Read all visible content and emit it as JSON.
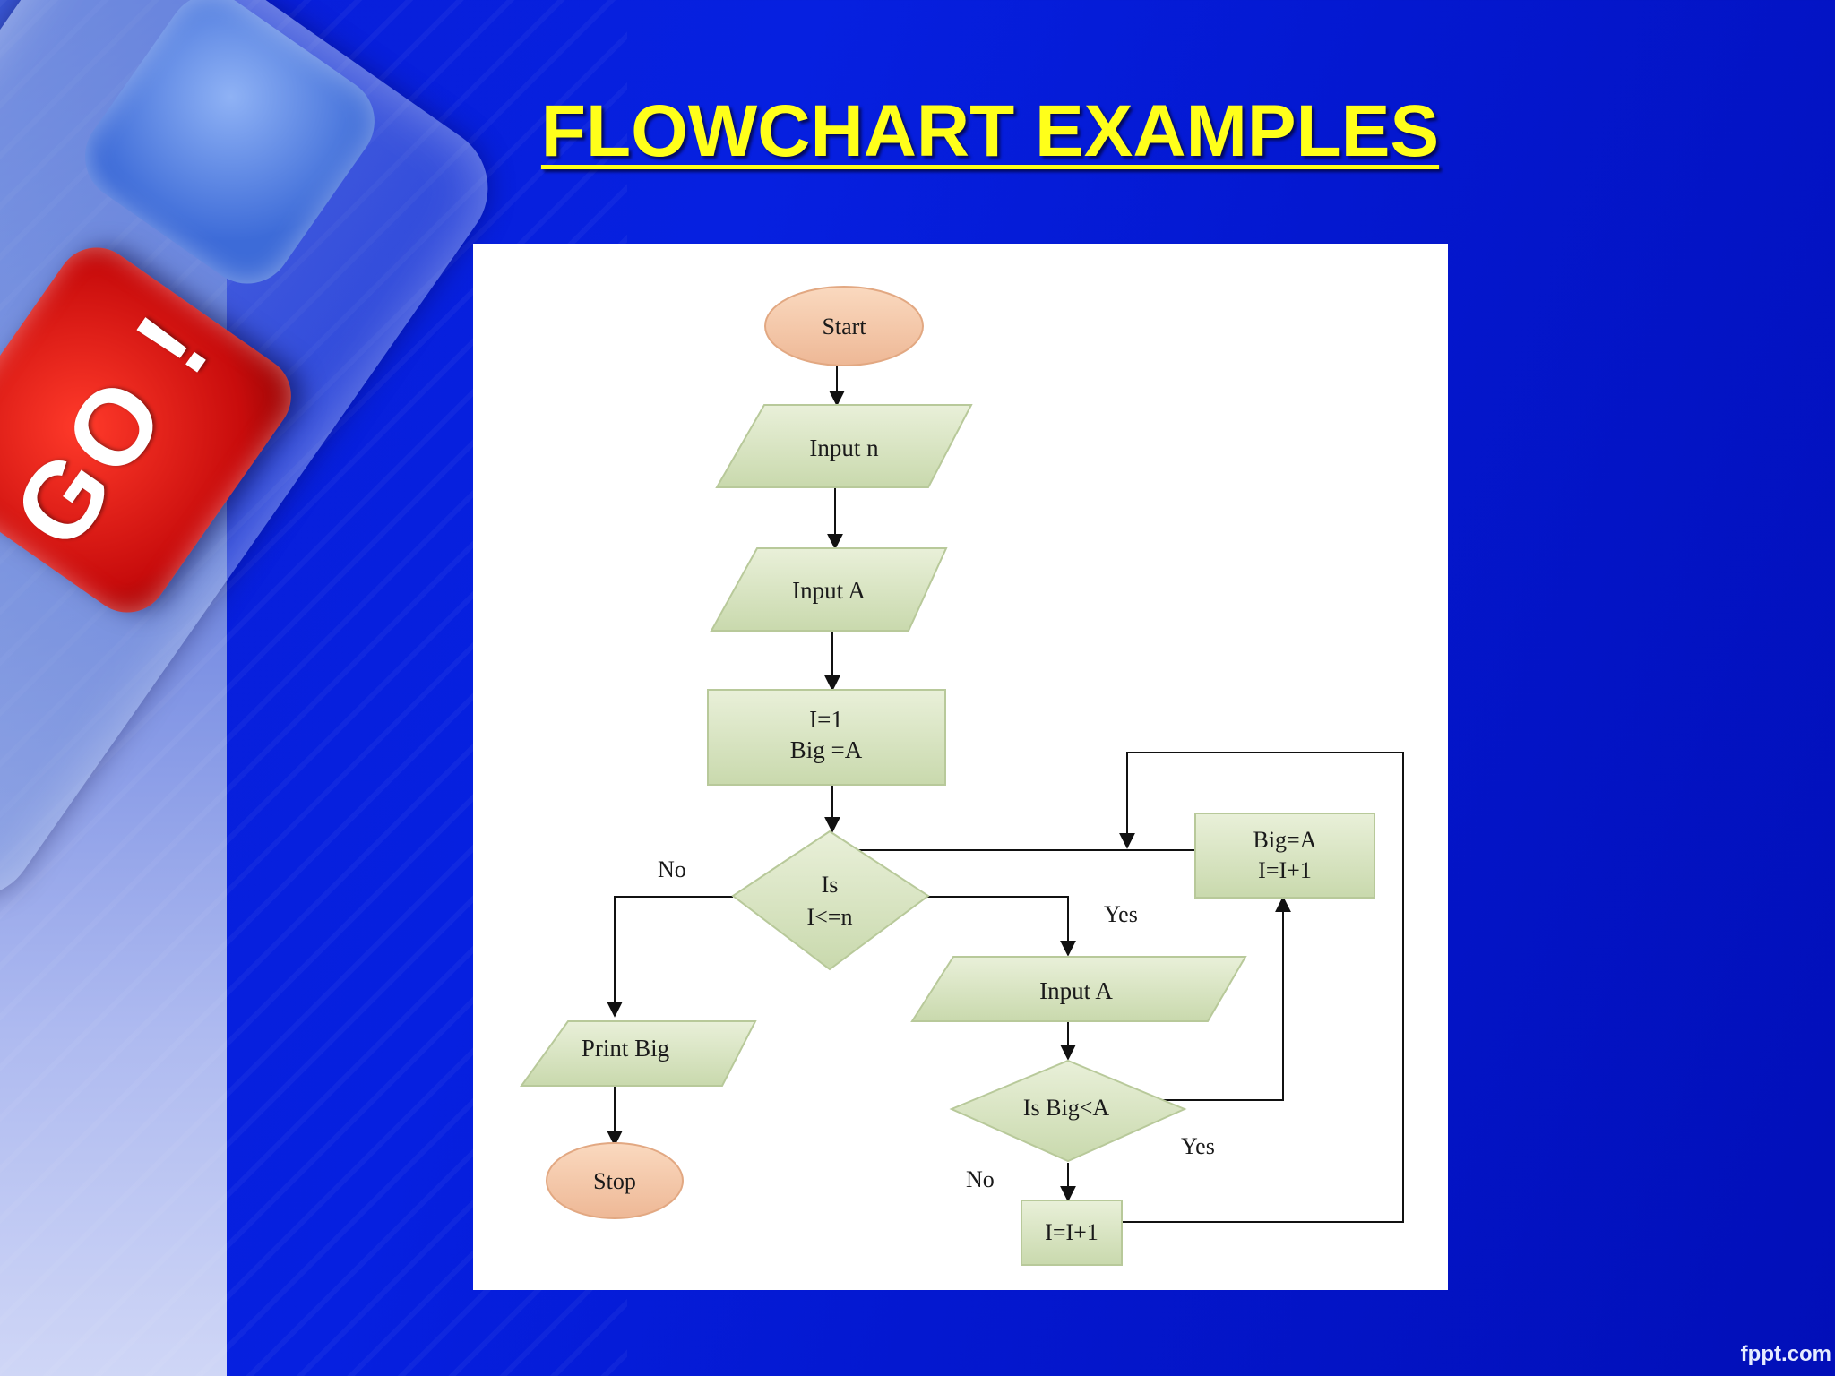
{
  "slide": {
    "title": "FLOWCHART EXAMPLES",
    "watermark": "fppt.com",
    "go_key_label": "GO !",
    "colors": {
      "title": "#ffff1a",
      "background": "#0620e0",
      "terminal_fill": "#f5c9a8",
      "shape_fill": "#dbe6c4",
      "go_key": "#e0100f"
    }
  },
  "flowchart": {
    "start": "Start",
    "input_n": "Input n",
    "input_a1": "Input A",
    "init_line1": "I=1",
    "init_line2": "Big =A",
    "decision1_line1": "Is",
    "decision1_line2": "I<=n",
    "label_no1": "No",
    "label_yes1": "Yes",
    "print_big": "Print Big",
    "stop": "Stop",
    "input_a2": "Input A",
    "decision2": "Is Big<A",
    "label_yes2": "Yes",
    "label_no2": "No",
    "update_line1": "Big=A",
    "update_line2": "I=I+1",
    "increment": "I=I+1"
  }
}
